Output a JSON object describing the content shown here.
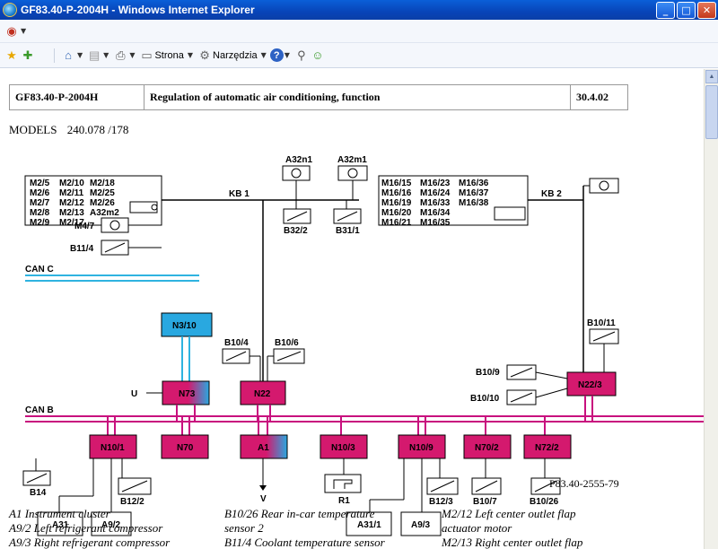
{
  "window": {
    "title": "GF83.40-P-2004H - Windows Internet Explorer"
  },
  "toolbar": {
    "page_label": "Strona",
    "tools_label": "Narzędzia"
  },
  "header": {
    "doc_id": "GF83.40-P-2004H",
    "doc_title": "Regulation of automatic air conditioning, function",
    "date": "30.4.02"
  },
  "models": {
    "label": "MODELS",
    "value": "240.078 /178"
  },
  "diagram": {
    "left_group": [
      "M2/5",
      "M2/10",
      "M2/18",
      "M2/6",
      "M2/11",
      "M2/25",
      "M2/7",
      "M2/12",
      "M2/26",
      "M2/8",
      "M2/13",
      "A32m2",
      "M2/9",
      "M2/17"
    ],
    "right_group": [
      "M16/15",
      "M16/23",
      "M16/36",
      "M16/16",
      "M16/24",
      "M16/37",
      "M16/19",
      "M16/33",
      "M16/38",
      "M16/20",
      "M16/34",
      "M16/21",
      "M16/35"
    ],
    "bus_kb1": "KB 1",
    "bus_kb2": "KB 2",
    "can_c": "CAN C",
    "can_b": "CAN B",
    "u_label": "U",
    "v_label": "V",
    "labels": {
      "a32n1": "A32n1",
      "a32m1": "A32m1",
      "b32_2": "B32/2",
      "b31_1": "B31/1",
      "m4_7": "M4/7",
      "b11_4": "B11/4",
      "b10_4": "B10/4",
      "b10_6": "B10/6",
      "b10_11": "B10/11",
      "b10_9": "B10/9",
      "b10_10": "B10/10",
      "b14": "B14",
      "b12_2": "B12/2",
      "r1": "R1",
      "b12_3": "B12/3",
      "b10_7": "B10/7",
      "b10_26": "B10/26"
    },
    "modules": {
      "n3_10": "N3/10",
      "n73": "N73",
      "n22": "N22",
      "n22_3": "N22/3",
      "n10_1": "N10/1",
      "n70": "N70",
      "a1": "A1",
      "n10_3": "N10/3",
      "n10_9": "N10/9",
      "n70_2": "N70/2",
      "n72_2": "N72/2"
    },
    "outputs": {
      "a31": "A31",
      "a9_2": "A9/2",
      "a31_1": "A31/1",
      "a9_3": "A9/3"
    },
    "ref_code": "P83.40-2555-79"
  },
  "legend": {
    "col1": [
      "A1 Instrument cluster",
      "A9/2 Left refrigerant compressor",
      "A9/3 Right refrigerant compressor"
    ],
    "col2": [
      "B10/26 Rear in-car temperature",
      "sensor 2",
      "B11/4 Coolant temperature sensor"
    ],
    "col3": [
      "M2/12 Left center outlet flap",
      "actuator motor",
      "M2/13 Right center outlet flap"
    ]
  },
  "colors": {
    "module_magenta": "#d4196e",
    "module_cyan": "#29a8e0",
    "can_b_line": "#c8107e",
    "can_c_line": "#2fb3e0",
    "title_bar": "#0a5fd8"
  }
}
